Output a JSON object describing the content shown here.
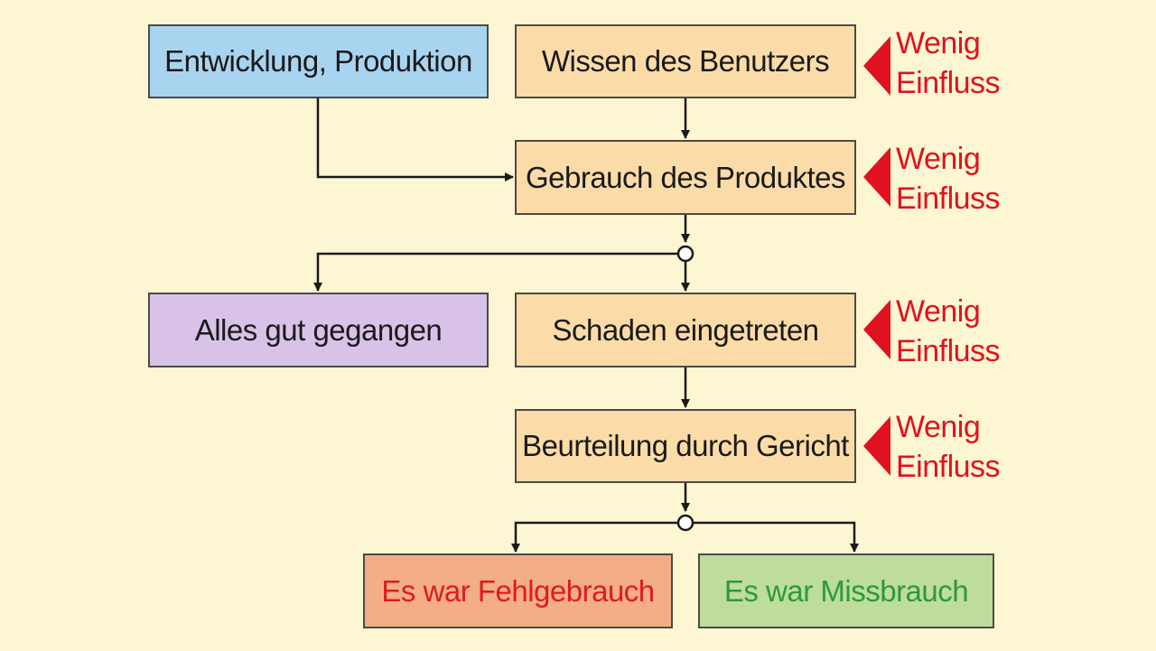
{
  "boxes": {
    "development": "Entwicklung, Produktion",
    "user_knowledge": "Wissen des Benutzers",
    "product_use": "Gebrauch des Produktes",
    "all_good": "Alles gut gegangen",
    "damage": "Schaden eingetreten",
    "court": "Beurteilung durch Gericht",
    "misuse_error": "Es war Fehlgebrauch",
    "misuse_abuse": "Es war Missbrauch"
  },
  "influence": {
    "line1": "Wenig",
    "line2": "Einfluss"
  },
  "colors": {
    "background": "#fdf6d2",
    "blue": "#a9d4f0",
    "peach": "#fbdca8",
    "purple": "#d9c2e8",
    "orange": "#f4ae86",
    "green": "#bedc9a",
    "red": "#e0121f"
  }
}
